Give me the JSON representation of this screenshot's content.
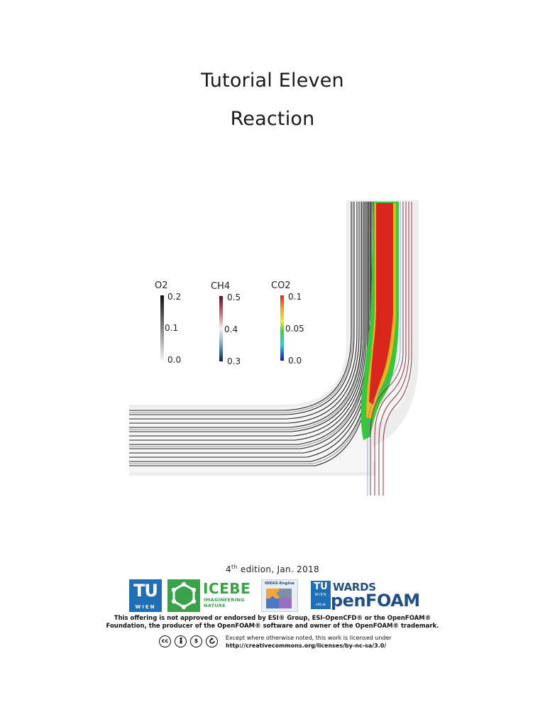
{
  "document": {
    "title_line1": "Tutorial Eleven",
    "title_line2": "Reaction",
    "edition_number": "4",
    "edition_suffix": "th",
    "edition_rest": " edition, Jan. 2018",
    "disclaimer_line1": "This offering is not approved or endorsed by ESI® Group, ESI-OpenCFD® or the OpenFOAM®",
    "disclaimer_line2": "Foundation, the producer of the OpenFOAM® software and owner of the OpenFOAM® trademark.",
    "license_line1": "Except where otherwise noted, this work is licensed under",
    "license_url": "http://creativecommons.org/licenses/by-nc-sa/3.0/"
  },
  "figure": {
    "legends": [
      {
        "name": "O2",
        "max": "0.2",
        "mid": "0.1",
        "min": "0.0"
      },
      {
        "name": "CH4",
        "max": "0.5",
        "mid": "0.4",
        "min": "0.3"
      },
      {
        "name": "CO2",
        "max": "0.1",
        "mid": "0.05",
        "min": "0.0"
      }
    ]
  },
  "logos": {
    "tu_big": "TU",
    "tu_small": "WIEN",
    "icebe_name": "ICEBE",
    "icebe_tag1": "IMAGINEERING",
    "icebe_tag2": "NATURE",
    "ideas_caption": "IDEAS-Engine",
    "tw_box_big": "TU",
    "tw_box_small": "WIEN",
    "tw_box_url": "cfd.at",
    "tw_wards": "WARDS",
    "tw_openfoam": "penFOAM",
    "tw_reg": "®"
  },
  "colors": {
    "tu_blue": "#1e6fb5",
    "icebe_green": "#3aa24a",
    "openfoam_blue": "#1e4f8a"
  }
}
